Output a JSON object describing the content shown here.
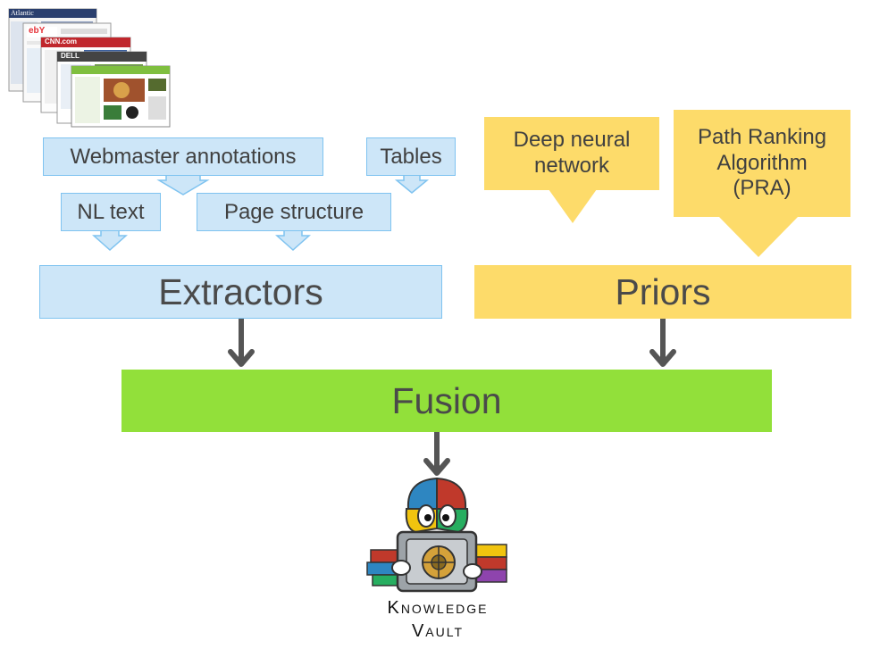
{
  "sources": {
    "webmaster_annotations": "Webmaster annotations",
    "tables": "Tables",
    "nl_text": "NL text",
    "page_structure": "Page structure"
  },
  "priors_inputs": {
    "deep_neural_network": "Deep neural network",
    "pra": "Path Ranking Algorithm (PRA)"
  },
  "boxes": {
    "extractors": "Extractors",
    "priors": "Priors",
    "fusion": "Fusion"
  },
  "logo": {
    "line1": "Knowledge",
    "line2": "Vault"
  },
  "screenshot_labels": {
    "atlantic": "Atlantic",
    "ebay": "ebY",
    "cnn": "CNN.com",
    "dell": "DELL"
  },
  "colors": {
    "blue_fill": "#cde6f8",
    "blue_border": "#7fc3f0",
    "yellow_fill": "#fddb6a",
    "green_fill": "#92e03a",
    "arrow": "#555555"
  }
}
